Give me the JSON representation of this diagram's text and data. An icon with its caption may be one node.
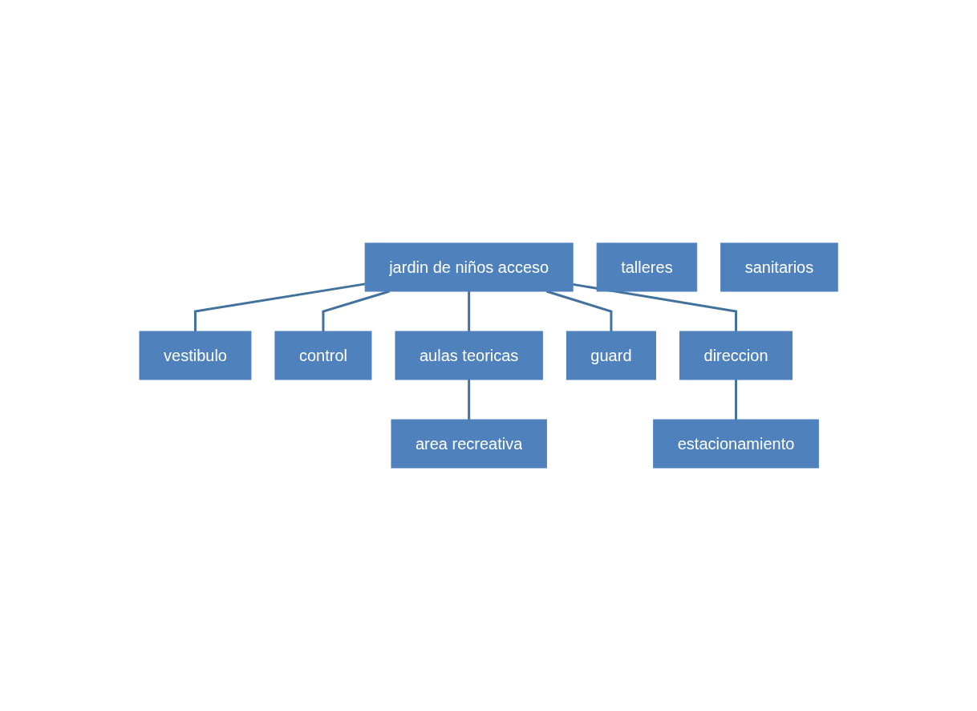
{
  "diagram": {
    "nodes": [
      {
        "text": [
          "jardin de niños acceso"
        ]
      },
      {
        "text": [
          "vestibulo"
        ]
      },
      {
        "text": [
          "control"
        ]
      },
      {
        "text": [
          "aulas teoricas"
        ]
      },
      {
        "text": [
          "guard"
        ]
      },
      {
        "text": [
          "talleres"
        ]
      },
      {
        "text": [
          "direccion"
        ]
      },
      {
        "text": [
          "sanitarios"
        ]
      },
      {
        "text": [
          "area recreativa"
        ]
      },
      {
        "text": [
          "estacionamiento"
        ]
      }
    ],
    "edges": [
      {
        "from": 0,
        "to": 1,
        "arrow": "none"
      },
      {
        "from": 0,
        "to": 2,
        "arrow": "none"
      },
      {
        "from": 0,
        "to": 3,
        "arrow": "none"
      },
      {
        "from": 0,
        "to": 6,
        "arrow": "none"
      },
      {
        "from": 0,
        "to": 4,
        "arrow": "none"
      },
      {
        "from": 3,
        "to": 8,
        "arrow": "none"
      },
      {
        "from": 6,
        "to": 9,
        "arrow": "none"
      }
    ]
  }
}
